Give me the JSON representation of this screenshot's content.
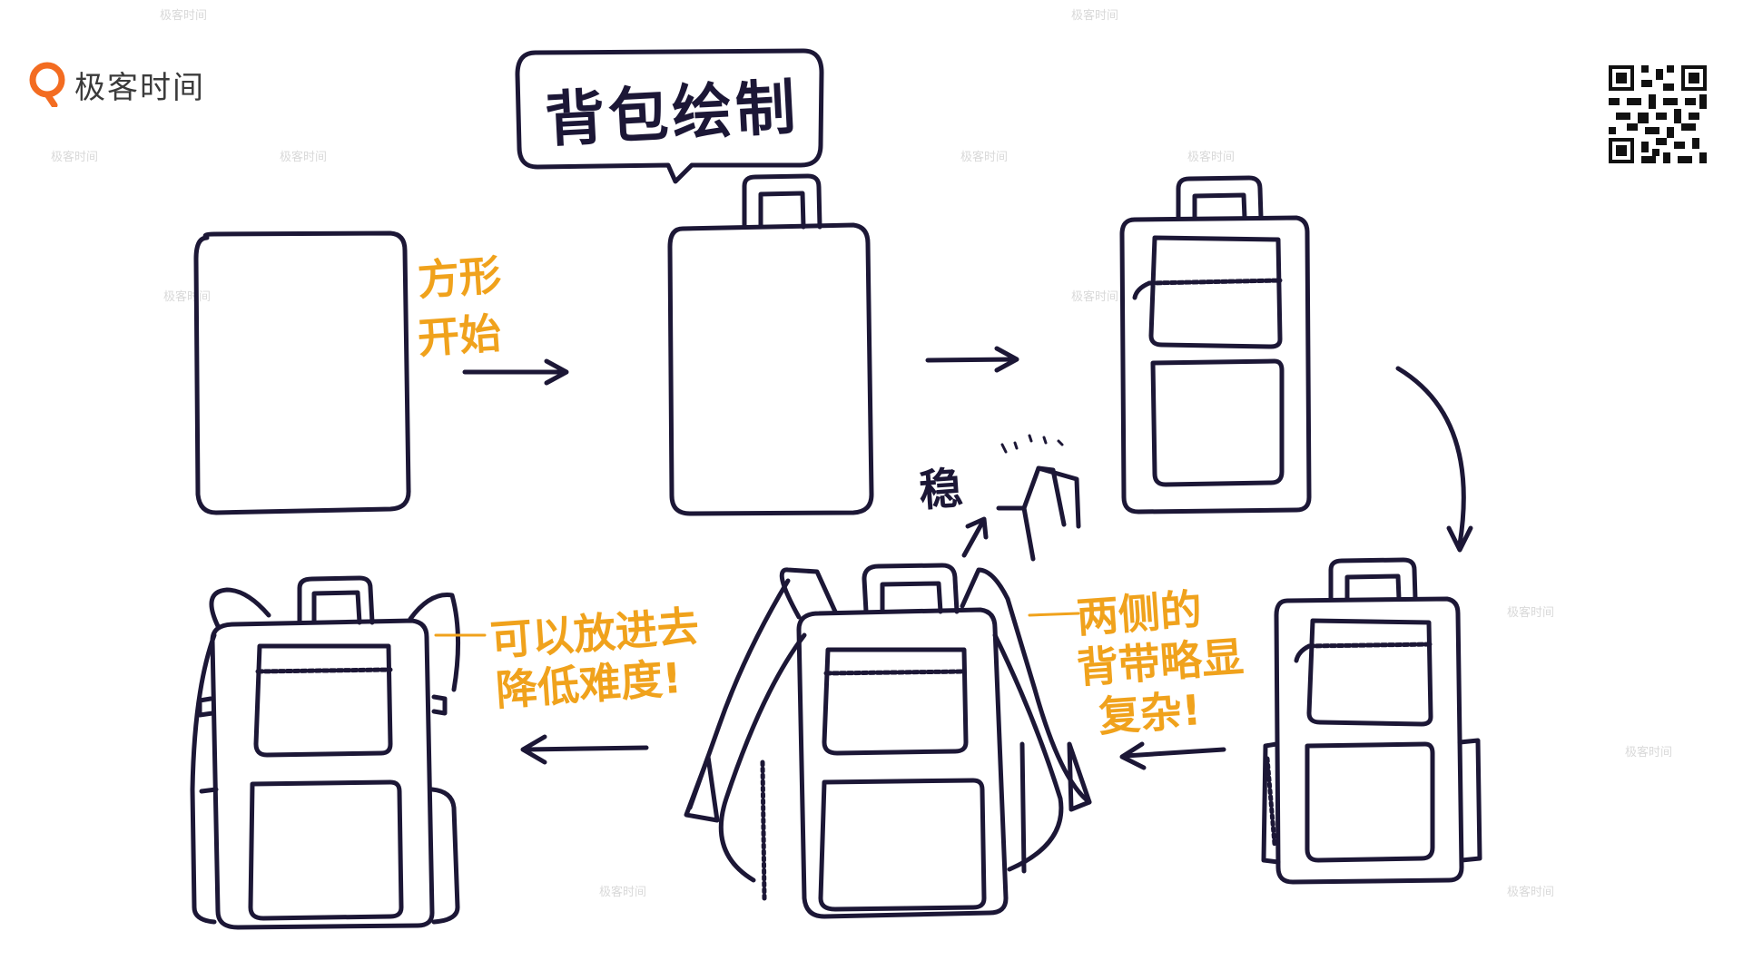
{
  "brand": {
    "name": "极客时间",
    "watermark": "极客时间"
  },
  "title": "背包绘制",
  "labels": {
    "start": [
      "方形",
      "开始"
    ],
    "stable": "稳",
    "complex": [
      "两侧的",
      "背带略显",
      "复杂!"
    ],
    "simplify": [
      "可以放进去",
      "降低难度!"
    ]
  },
  "colors": {
    "ink": "#1c1736",
    "accent": "#f0a21c",
    "logo": "#f36c21"
  },
  "icons": [
    "geek-logo-icon",
    "qr-code"
  ]
}
